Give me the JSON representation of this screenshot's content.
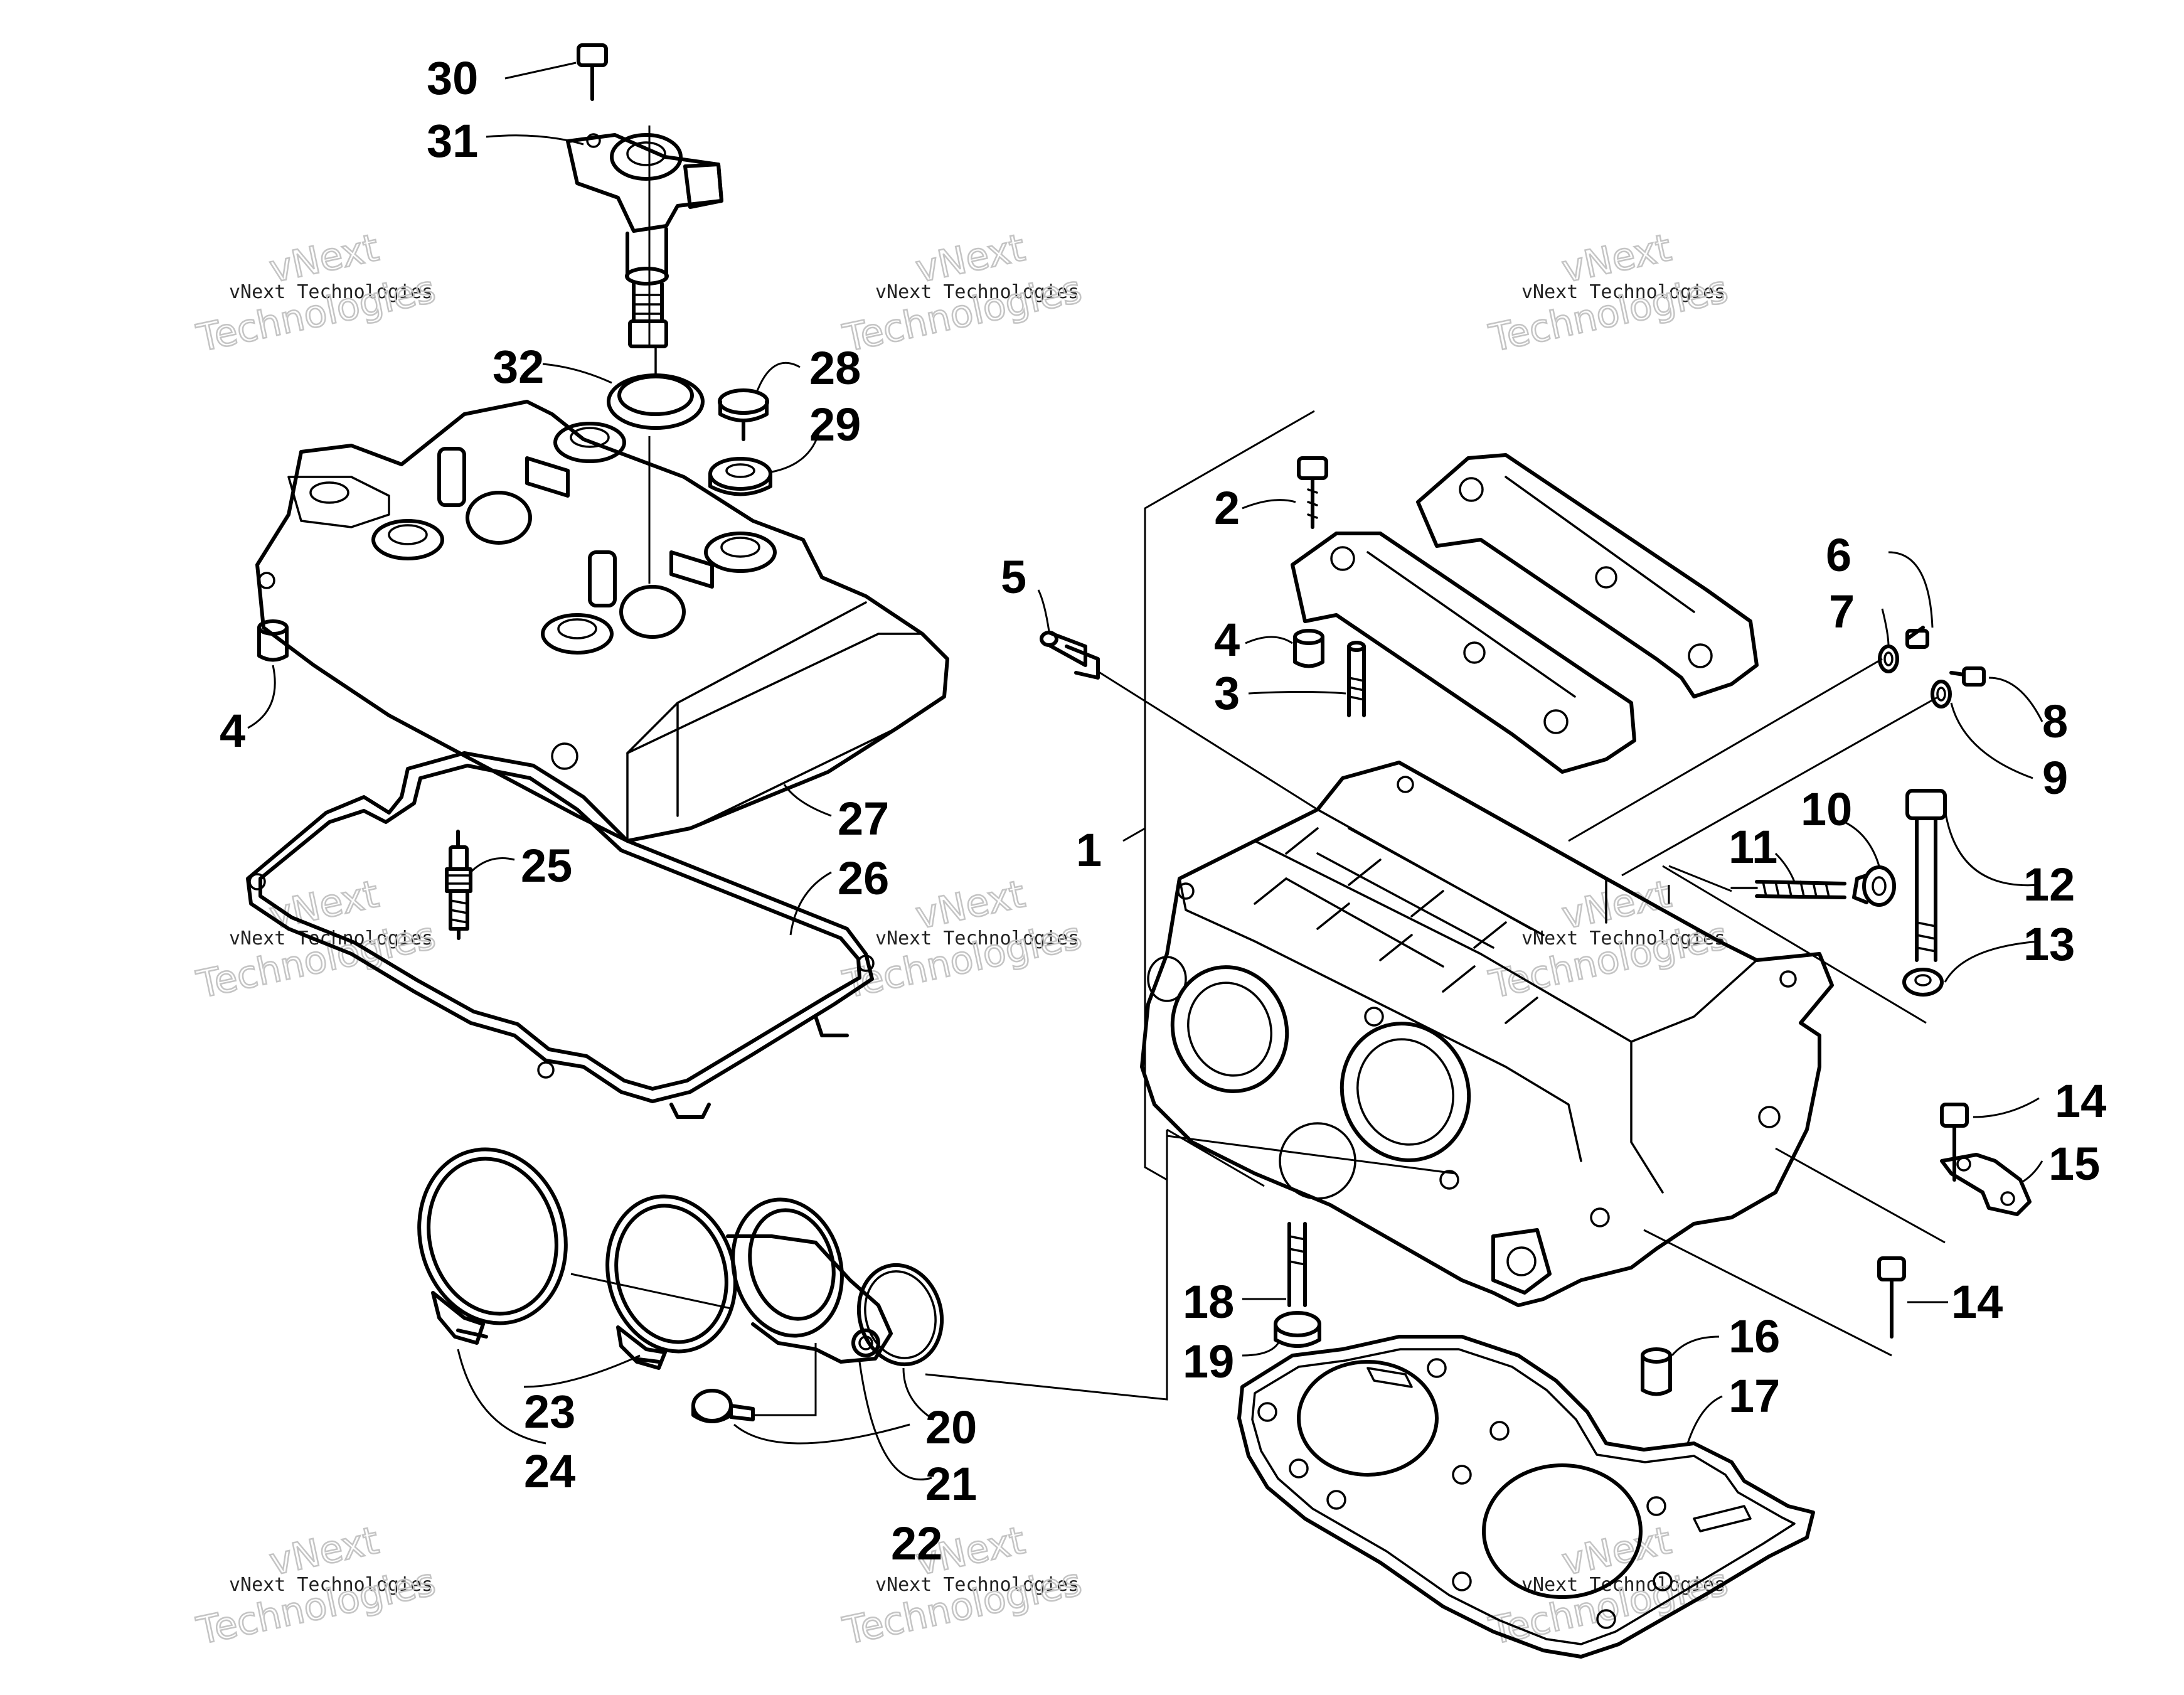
{
  "callouts": {
    "c1": "1",
    "c2": "2",
    "c3": "3",
    "c4a": "4",
    "c4b": "4",
    "c5": "5",
    "c6": "6",
    "c7": "7",
    "c8": "8",
    "c9": "9",
    "c10": "10",
    "c11": "11",
    "c12": "12",
    "c13": "13",
    "c14a": "14",
    "c14b": "14",
    "c15": "15",
    "c16": "16",
    "c17": "17",
    "c18": "18",
    "c19": "19",
    "c20": "20",
    "c21": "21",
    "c22": "22",
    "c23": "23",
    "c24": "24",
    "c25": "25",
    "c26": "26",
    "c27": "27",
    "c28": "28",
    "c29": "29",
    "c30": "30",
    "c31": "31",
    "c32": "32"
  },
  "watermark": {
    "brand": "vNext",
    "line1": "vNext Technologies",
    "line2": "Technologies"
  }
}
